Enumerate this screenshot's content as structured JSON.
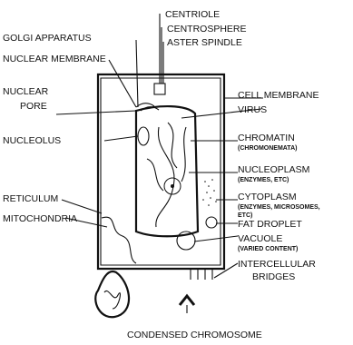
{
  "labels": {
    "centriole": "CENTRIOLE",
    "golgi": "GOLGI APPARATUS",
    "centrosphere": "CENTROSPHERE",
    "aster": "ASTER SPINDLE",
    "nuclear_membrane": "NUCLEAR MEMBRANE",
    "nuclear_pore_1": "NUCLEAR",
    "nuclear_pore_2": "PORE",
    "cell_membrane": "CELL MEMBRANE",
    "virus": "VIRUS",
    "nucleolus": "NUCLEOLUS",
    "chromatin": "CHROMATIN",
    "chromatin_sub": "(CHROMONEMATA)",
    "nucleoplasm": "NUCLEOPLASM",
    "nucleoplasm_sub": "(ENZYMES, ETC)",
    "reticulum": "RETICULUM",
    "cytoplasm": "CYTOPLASM",
    "cytoplasm_sub_1": "(ENZYMES, MICROSOMES,",
    "cytoplasm_sub_2": "ETC)",
    "mitochondria": "MITOCHONDRIA",
    "fat_droplet": "FAT DROPLET",
    "vacuole": "VACUOLE",
    "vacuole_sub": "(VARIED CONTENT)",
    "intercellular_1": "INTERCELLULAR",
    "intercellular_2": "BRIDGES",
    "condensed": "CONDENSED CHROMOSOME"
  },
  "colors": {
    "ink": "#111111",
    "background": "#ffffff"
  }
}
